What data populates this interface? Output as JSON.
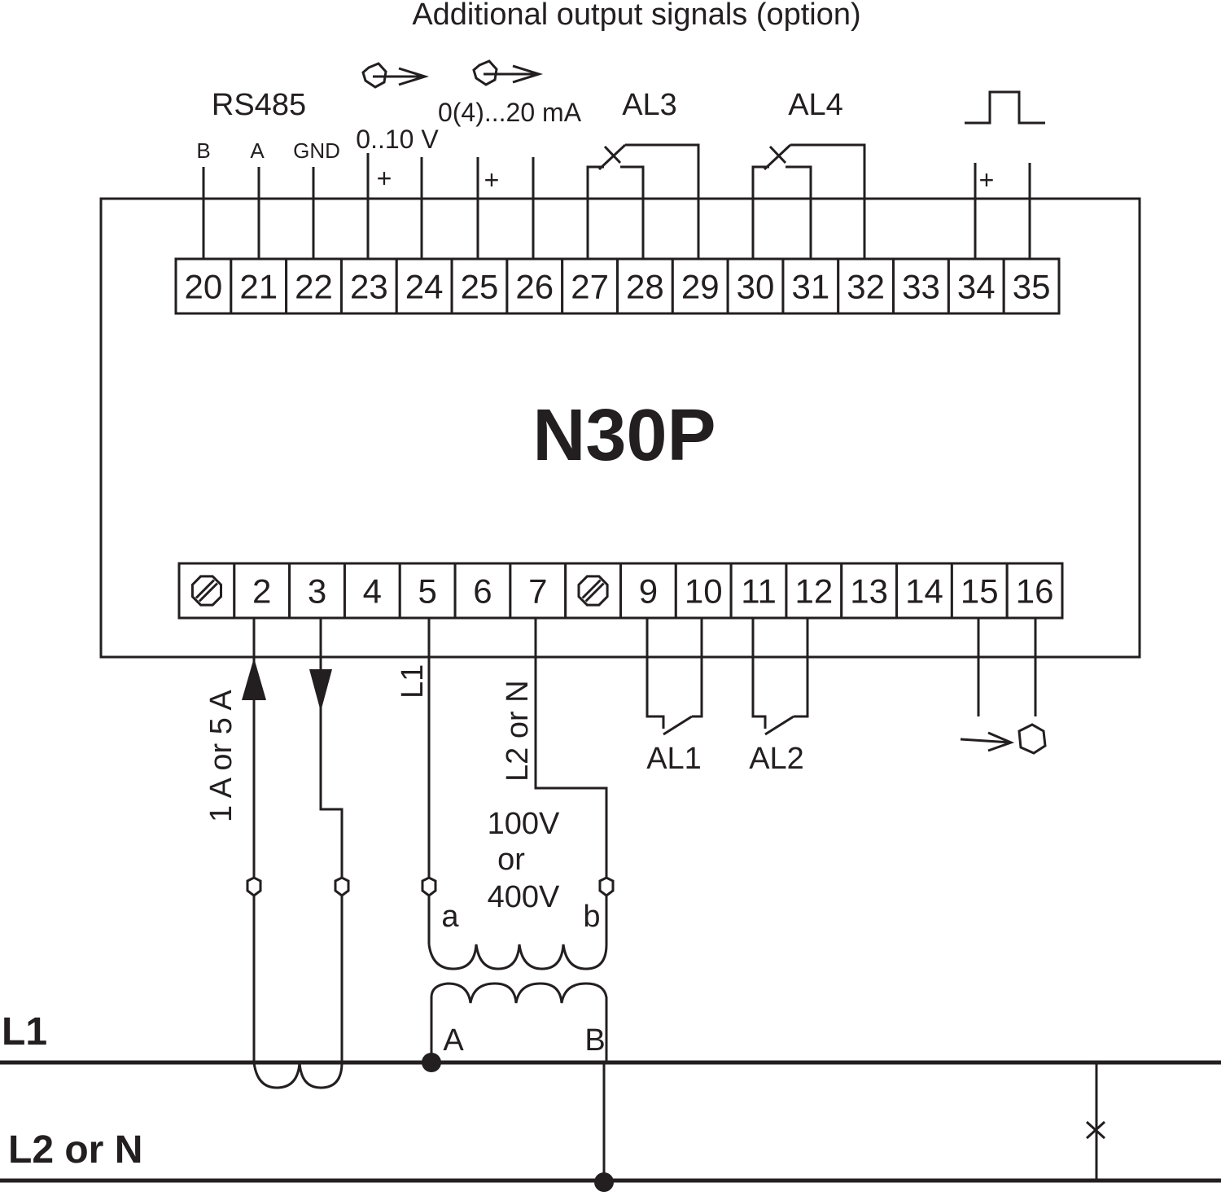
{
  "title": "Additional output signals (option)",
  "device": "N30P",
  "top_group_labels": {
    "rs485": "RS485",
    "voltage_out": "0..10 V",
    "current_out": "0(4)...20 mA",
    "al3": "AL3",
    "al4": "AL4"
  },
  "rs485_pins": [
    "B",
    "A",
    "GND"
  ],
  "plus_sign": "+",
  "top_terminals": [
    "20",
    "21",
    "22",
    "23",
    "24",
    "25",
    "26",
    "27",
    "28",
    "29",
    "30",
    "31",
    "32",
    "33",
    "34",
    "35"
  ],
  "bottom_terminals": [
    "",
    "2",
    "3",
    "4",
    "5",
    "6",
    "7",
    "",
    "9",
    "10",
    "11",
    "12",
    "13",
    "14",
    "15",
    "16"
  ],
  "bottom_labels": {
    "current": "1 A or 5 A",
    "l1": "L1",
    "l2n": "L2 or N",
    "al1": "AL1",
    "al2": "AL2"
  },
  "transformer": {
    "line1": "100V",
    "line2": "or",
    "line3": "400V",
    "sec_a": "a",
    "sec_b": "b",
    "pri_a": "A",
    "pri_b": "B"
  },
  "lines": {
    "l1": "L1",
    "l2n": "L2 or N"
  },
  "colors": {
    "ink": "#231f20",
    "background": "#ffffff"
  },
  "icons": [
    "analog-output-icon",
    "analog-output-icon",
    "pulse-output-icon",
    "screw-terminal-icon",
    "pulse-input-icon"
  ]
}
